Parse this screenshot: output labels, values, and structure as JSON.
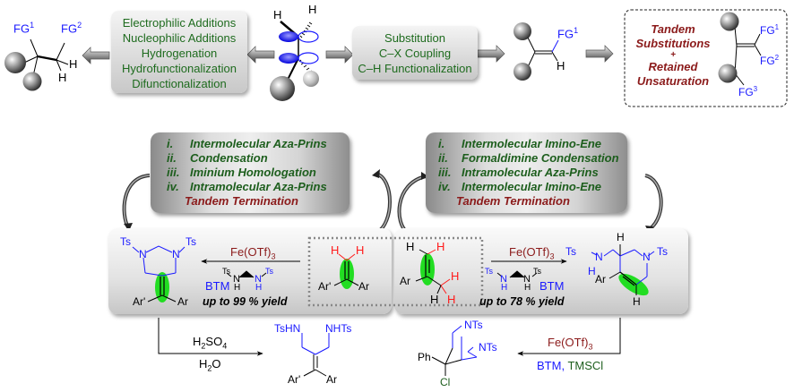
{
  "top_row": {
    "left_product": {
      "fg1": "FG",
      "fg1_sup": "1",
      "fg2": "FG",
      "fg2_sup": "2",
      "h1": "H",
      "h2": "H"
    },
    "box_left": {
      "lines": [
        "Electrophilic Additions",
        "Nucleophilic Additions",
        "Hydrogenation",
        "Hydrofunctionalization",
        "Difunctionalization"
      ]
    },
    "center_alkene": {
      "h_left": "H",
      "h_right": "H"
    },
    "box_right": {
      "lines": [
        "Substitution",
        "C–X Coupling",
        "C–H Functionalization"
      ]
    },
    "right_product": {
      "fg1": "FG",
      "fg1_sup": "1",
      "h": "H"
    },
    "tandem_box": {
      "lines": [
        "Tandem",
        "Substitutions",
        "+",
        "Retained",
        "Unsaturation"
      ],
      "fg1": "FG",
      "fg1_sup": "1",
      "fg2": "FG",
      "fg2_sup": "2",
      "fg3": "FG",
      "fg3_sup": "3"
    }
  },
  "left_steps": {
    "items": [
      {
        "num": "i.",
        "text": "Intermolecular Aza-Prins"
      },
      {
        "num": "ii.",
        "text": "Condensation"
      },
      {
        "num": "iii.",
        "text": "Iminium Homologation"
      },
      {
        "num": "iv.",
        "text": "Intramolecular Aza-Prins"
      }
    ],
    "termination": "Tandem Termination"
  },
  "right_steps": {
    "items": [
      {
        "num": "i.",
        "text": "Intermolecular Imino-Ene"
      },
      {
        "num": "ii.",
        "text": "Formaldimine Condensation"
      },
      {
        "num": "iii.",
        "text": "Intramolecular Aza-Prins"
      },
      {
        "num": "iv.",
        "text": "Intermolecular Imino-Ene"
      }
    ],
    "termination": "Tandem Termination"
  },
  "left_reaction": {
    "product": {
      "ts1": "Ts",
      "ts2": "Ts",
      "n1": "N",
      "n2": "N",
      "ar_prime": "Ar'",
      "ar": "Ar"
    },
    "catalyst": "Fe(OTf)",
    "catalyst_sub": "3",
    "reagent": {
      "ts1": "Ts",
      "ts2": "Ts",
      "n1": "N",
      "n2": "N",
      "h1": "H",
      "h2": "H"
    },
    "btm": "BTM",
    "yield": "up to 99 % yield"
  },
  "left_substrate": {
    "h1": "H",
    "h2": "H",
    "ar_prime": "Ar'",
    "ar": "Ar"
  },
  "right_substrate": {
    "h1": "H",
    "h2": "H",
    "h3": "H",
    "h4": "H",
    "ar": "Ar"
  },
  "right_reaction": {
    "catalyst": "Fe(OTf)",
    "catalyst_sub": "3",
    "reagent": {
      "ts1": "Ts",
      "ts2": "Ts",
      "n1": "N",
      "n2": "N",
      "h1": "H",
      "h2": "H"
    },
    "btm": "BTM",
    "yield": "up to 78 % yield",
    "product": {
      "ts1": "Ts",
      "ts2": "Ts",
      "n1": "N",
      "n2": "N",
      "nh": "H",
      "h_top": "H",
      "h_bottom": "H",
      "ar": "Ar"
    }
  },
  "bottom_left": {
    "reagent_top": "H",
    "reagent_top_sub": "2",
    "reagent_top_rest": "SO",
    "reagent_top_sub2": "4",
    "reagent_bottom": "H",
    "reagent_bottom_sub": "2",
    "reagent_bottom_rest": "O",
    "product": {
      "tshn": "TsHN",
      "nhts": "NHTs",
      "ar_prime": "Ar'",
      "ar": "Ar"
    }
  },
  "bottom_right": {
    "catalyst": "Fe(OTf)",
    "catalyst_sub": "3",
    "btm": "BTM,",
    "tmscl": "TMSCl",
    "product": {
      "nts1": "NTs",
      "nts2": "NTs",
      "ph": "Ph",
      "cl": "Cl"
    }
  },
  "colors": {
    "blue": "#1a1aff",
    "green": "#1d5e1d",
    "red": "#8b1a1a",
    "bright_red": "#ff1a1a",
    "highlight": "#22dd22"
  }
}
